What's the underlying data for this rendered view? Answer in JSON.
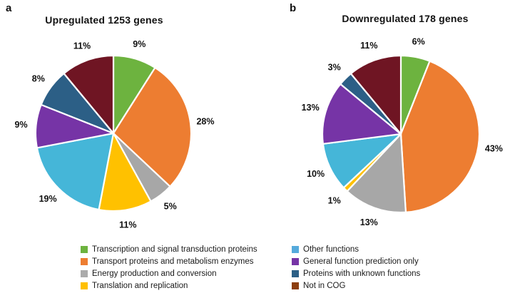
{
  "panels": [
    {
      "letter": "a"
    },
    {
      "letter": "b"
    }
  ],
  "chart_data": [
    {
      "type": "pie",
      "title": "Upregulated 1253 genes",
      "units": "percent",
      "direction": "clockwise",
      "start_angle_deg": 0,
      "label_format": "{value}%",
      "slices": [
        {
          "label": "Transcription and signal transduction proteins",
          "percent": 9,
          "color": "#6DB33F"
        },
        {
          "label": "Transport proteins and metabolism enzymes",
          "percent": 28,
          "color": "#ED7D31"
        },
        {
          "label": "Energy production and conversion",
          "percent": 5,
          "color": "#A7A7A7"
        },
        {
          "label": "Translation and replication",
          "percent": 11,
          "color": "#FFC100"
        },
        {
          "label": "Other functions",
          "percent": 19,
          "color": "#45B6D8"
        },
        {
          "label": "General function prediction only",
          "percent": 9,
          "color": "#7634A6"
        },
        {
          "label": "Proteins with unknown functions",
          "percent": 8,
          "color": "#2C5F86"
        },
        {
          "label": "Not in COG",
          "percent": 11,
          "color": "#6F1523"
        }
      ]
    },
    {
      "type": "pie",
      "title": "Downregulated 178 genes",
      "units": "percent",
      "direction": "clockwise",
      "start_angle_deg": 0,
      "label_format": "{value}%",
      "slices": [
        {
          "label": "Transcription and signal transduction proteins",
          "percent": 6,
          "color": "#6DB33F"
        },
        {
          "label": "Transport proteins and metabolism enzymes",
          "percent": 43,
          "color": "#ED7D31"
        },
        {
          "label": "Energy production and conversion",
          "percent": 13,
          "color": "#A7A7A7"
        },
        {
          "label": "Translation and replication",
          "percent": 1,
          "color": "#FFC100"
        },
        {
          "label": "Other functions",
          "percent": 10,
          "color": "#45B6D8"
        },
        {
          "label": "General function prediction only",
          "percent": 13,
          "color": "#7634A6"
        },
        {
          "label": "Proteins with unknown functions",
          "percent": 3,
          "color": "#2C5F86"
        },
        {
          "label": "Not in COG",
          "percent": 11,
          "color": "#6F1523"
        }
      ]
    }
  ],
  "legend": {
    "columns": [
      {
        "items": [
          {
            "label": "Transcription and signal transduction proteins",
            "color": "#6DB33F"
          },
          {
            "label": "Transport proteins and metabolism enzymes",
            "color": "#ED7D31"
          },
          {
            "label": "Energy production and conversion",
            "color": "#ABABAB"
          },
          {
            "label": "Translation and replication",
            "color": "#FFC000"
          }
        ]
      },
      {
        "items": [
          {
            "label": "Other functions",
            "color": "#55AADC"
          },
          {
            "label": "General function prediction only",
            "color": "#7634A6"
          },
          {
            "label": "Proteins with unknown functions",
            "color": "#2C5F86"
          },
          {
            "label": "Not in COG",
            "color": "#8C3E0F"
          }
        ]
      }
    ]
  }
}
